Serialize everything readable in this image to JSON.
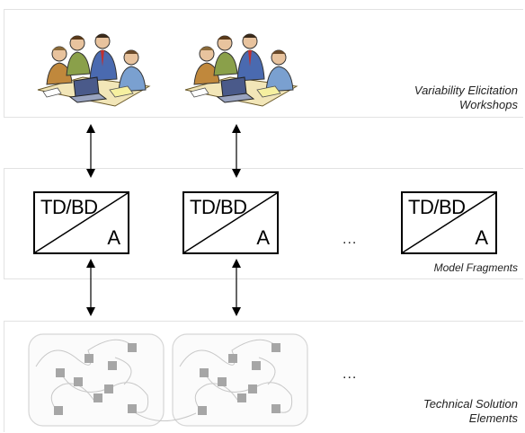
{
  "bands": {
    "workshops_label": [
      "Variability Elicitation",
      "Workshops"
    ],
    "fragments_label": "Model Fragments",
    "technical_label": [
      "Technical Solution",
      "Elements"
    ]
  },
  "model_box": {
    "title": "TD/BD",
    "corner": "A"
  },
  "ellipsis": "...",
  "icons": [
    "meeting-people-illustration",
    "double-arrow",
    "node-network"
  ],
  "colors": {
    "node": "#a6a6a6",
    "band_border": "#e2e2e2",
    "line": "#c8c8c8"
  }
}
